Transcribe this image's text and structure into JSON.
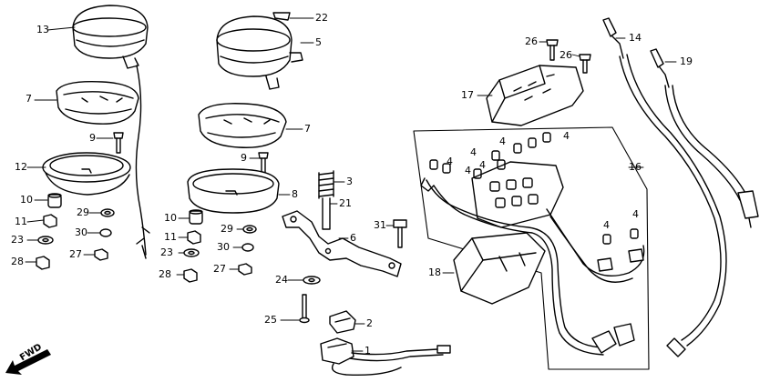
{
  "labels": {
    "p13": "13",
    "p7a": "7",
    "p9a": "9",
    "p12": "12",
    "p10a": "10",
    "p11a": "11",
    "p23a": "23",
    "p28a": "28",
    "p29a": "29",
    "p30a": "30",
    "p27a": "27",
    "p22": "22",
    "p5": "5",
    "p7b": "7",
    "p9b": "9",
    "p3": "3",
    "p8": "8",
    "p21": "21",
    "p10b": "10",
    "p11b": "11",
    "p23b": "23",
    "p28b": "28",
    "p29b": "29",
    "p30b": "30",
    "p27b": "27",
    "p6": "6",
    "p31": "31",
    "p24": "24",
    "p25": "25",
    "p2": "2",
    "p1": "1",
    "p26a": "26",
    "p26b": "26",
    "p17": "17",
    "p14": "14",
    "p19": "19",
    "p16": "16",
    "p18": "18",
    "p4a": "4",
    "p4b": "4",
    "p4c": "4",
    "p4d": "4",
    "p4e": "4",
    "p4f": "4",
    "p4g": "4",
    "p4h": "4"
  },
  "fwd_label": "FWD",
  "colors": {
    "ink": "#000000",
    "paper": "#ffffff"
  }
}
